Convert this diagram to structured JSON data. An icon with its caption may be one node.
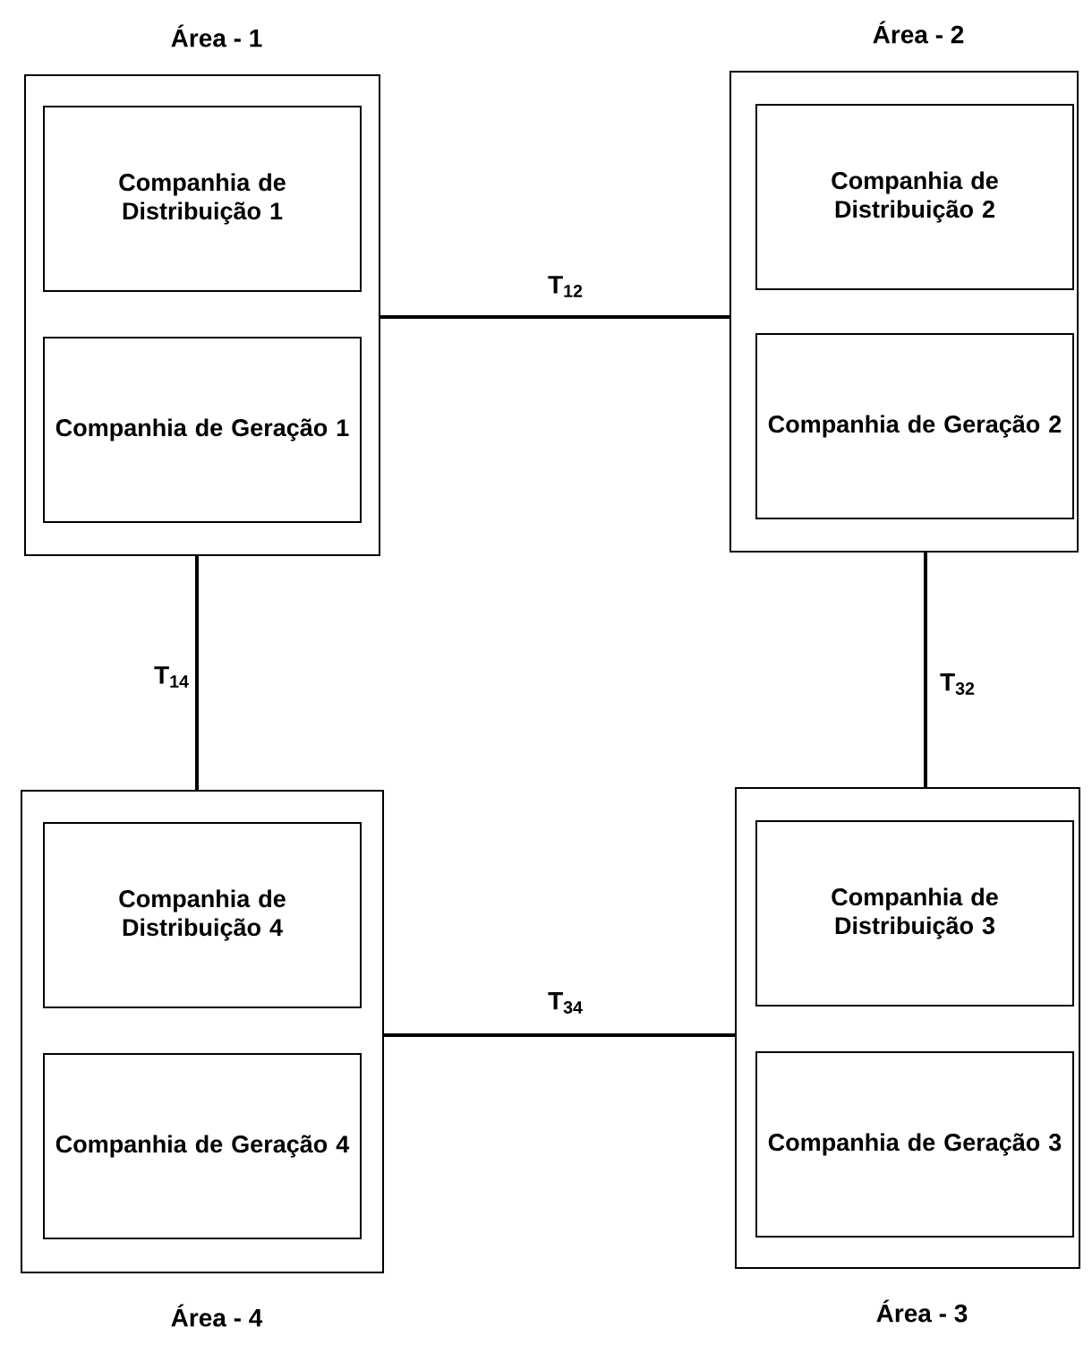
{
  "diagram": {
    "nodes": [
      {
        "text": [
          "Área - 1"
        ]
      },
      {
        "text": [
          "Companhia de Distribuição 1"
        ],
        "in": 0
      },
      {
        "text": [
          "Companhia de Geração 1"
        ],
        "in": 0
      },
      {
        "text": [
          "Área - 2"
        ]
      },
      {
        "text": [
          "Companhia de Distribuição 2"
        ],
        "in": 3
      },
      {
        "text": [
          "Companhia de Geração 2"
        ],
        "in": 3
      },
      {
        "text": [
          "Área - 4"
        ]
      },
      {
        "text": [
          "Companhia de Distribuição 4"
        ],
        "in": 6
      },
      {
        "text": [
          "Companhia de Geração 4"
        ],
        "in": 6
      },
      {
        "text": [
          "Área - 3"
        ]
      },
      {
        "text": [
          "Companhia de Distribuição 3"
        ],
        "in": 9
      },
      {
        "text": [
          "Companhia de Geração 3"
        ],
        "in": 9
      }
    ],
    "edges": [
      {
        "from": 0,
        "to": 3,
        "arrow": "none",
        "label": "T$_{12}$"
      },
      {
        "from": 0,
        "to": 6,
        "arrow": "none",
        "label": "T$_{14}$"
      },
      {
        "from": 3,
        "to": 9,
        "arrow": "none",
        "label": "T$_{32}$"
      },
      {
        "from": 6,
        "to": 9,
        "arrow": "none",
        "label": "T$_{34}$"
      }
    ]
  }
}
